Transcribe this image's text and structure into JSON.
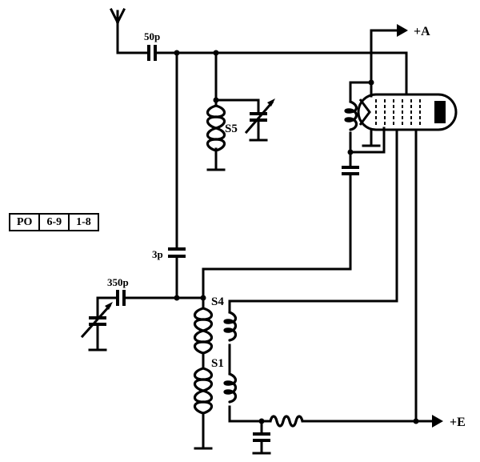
{
  "labels": {
    "c_input": "50p",
    "c_coupling": "3p",
    "c_tuning": "350p",
    "coil_s5": "S5",
    "coil_s4": "S4",
    "coil_s1": "S1",
    "supply_a": "+A",
    "supply_e": "+E"
  },
  "range_table": [
    "PO",
    "6-9",
    "1-8"
  ]
}
